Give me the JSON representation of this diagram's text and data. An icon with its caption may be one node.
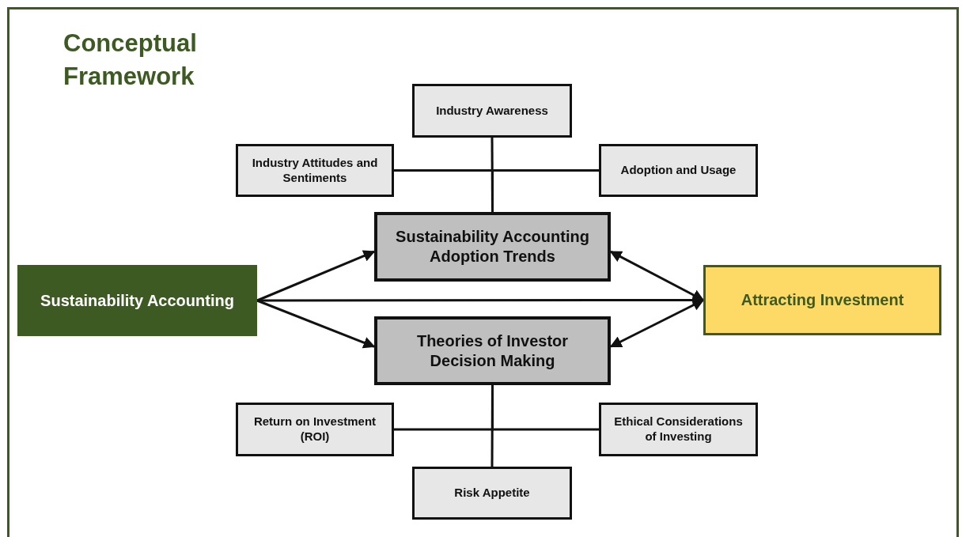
{
  "diagram": {
    "title": "Conceptual Framework",
    "nodes": [
      {
        "text": [
          "Industry Awareness"
        ]
      },
      {
        "text": [
          "Industry Attitudes and Sentiments"
        ]
      },
      {
        "text": [
          "Adoption and Usage"
        ]
      },
      {
        "text": [
          "Sustainability Accounting Adoption Trends"
        ]
      },
      {
        "text": [
          "Sustainability Accounting"
        ]
      },
      {
        "text": [
          "Attracting Investment"
        ]
      },
      {
        "text": [
          "Theories of Investor Decision Making"
        ]
      },
      {
        "text": [
          "Return on Investment (ROI)"
        ]
      },
      {
        "text": [
          "Ethical Considerations of Investing"
        ]
      },
      {
        "text": [
          "Risk Appetite"
        ]
      }
    ],
    "edges": [
      {
        "from": 0,
        "to": 3,
        "arrow": "none"
      },
      {
        "from": 1,
        "to": 3,
        "arrow": "none"
      },
      {
        "from": 2,
        "to": 3,
        "arrow": "none"
      },
      {
        "from": 4,
        "to": 3,
        "arrow": "to"
      },
      {
        "from": 4,
        "to": 5,
        "arrow": "to"
      },
      {
        "from": 4,
        "to": 6,
        "arrow": "to"
      },
      {
        "from": 3,
        "to": 5,
        "arrow": "both"
      },
      {
        "from": 6,
        "to": 5,
        "arrow": "both"
      },
      {
        "from": 6,
        "to": 9,
        "arrow": "none"
      },
      {
        "from": 7,
        "to": 6,
        "arrow": "none"
      },
      {
        "from": 8,
        "to": 6,
        "arrow": "none"
      }
    ]
  }
}
